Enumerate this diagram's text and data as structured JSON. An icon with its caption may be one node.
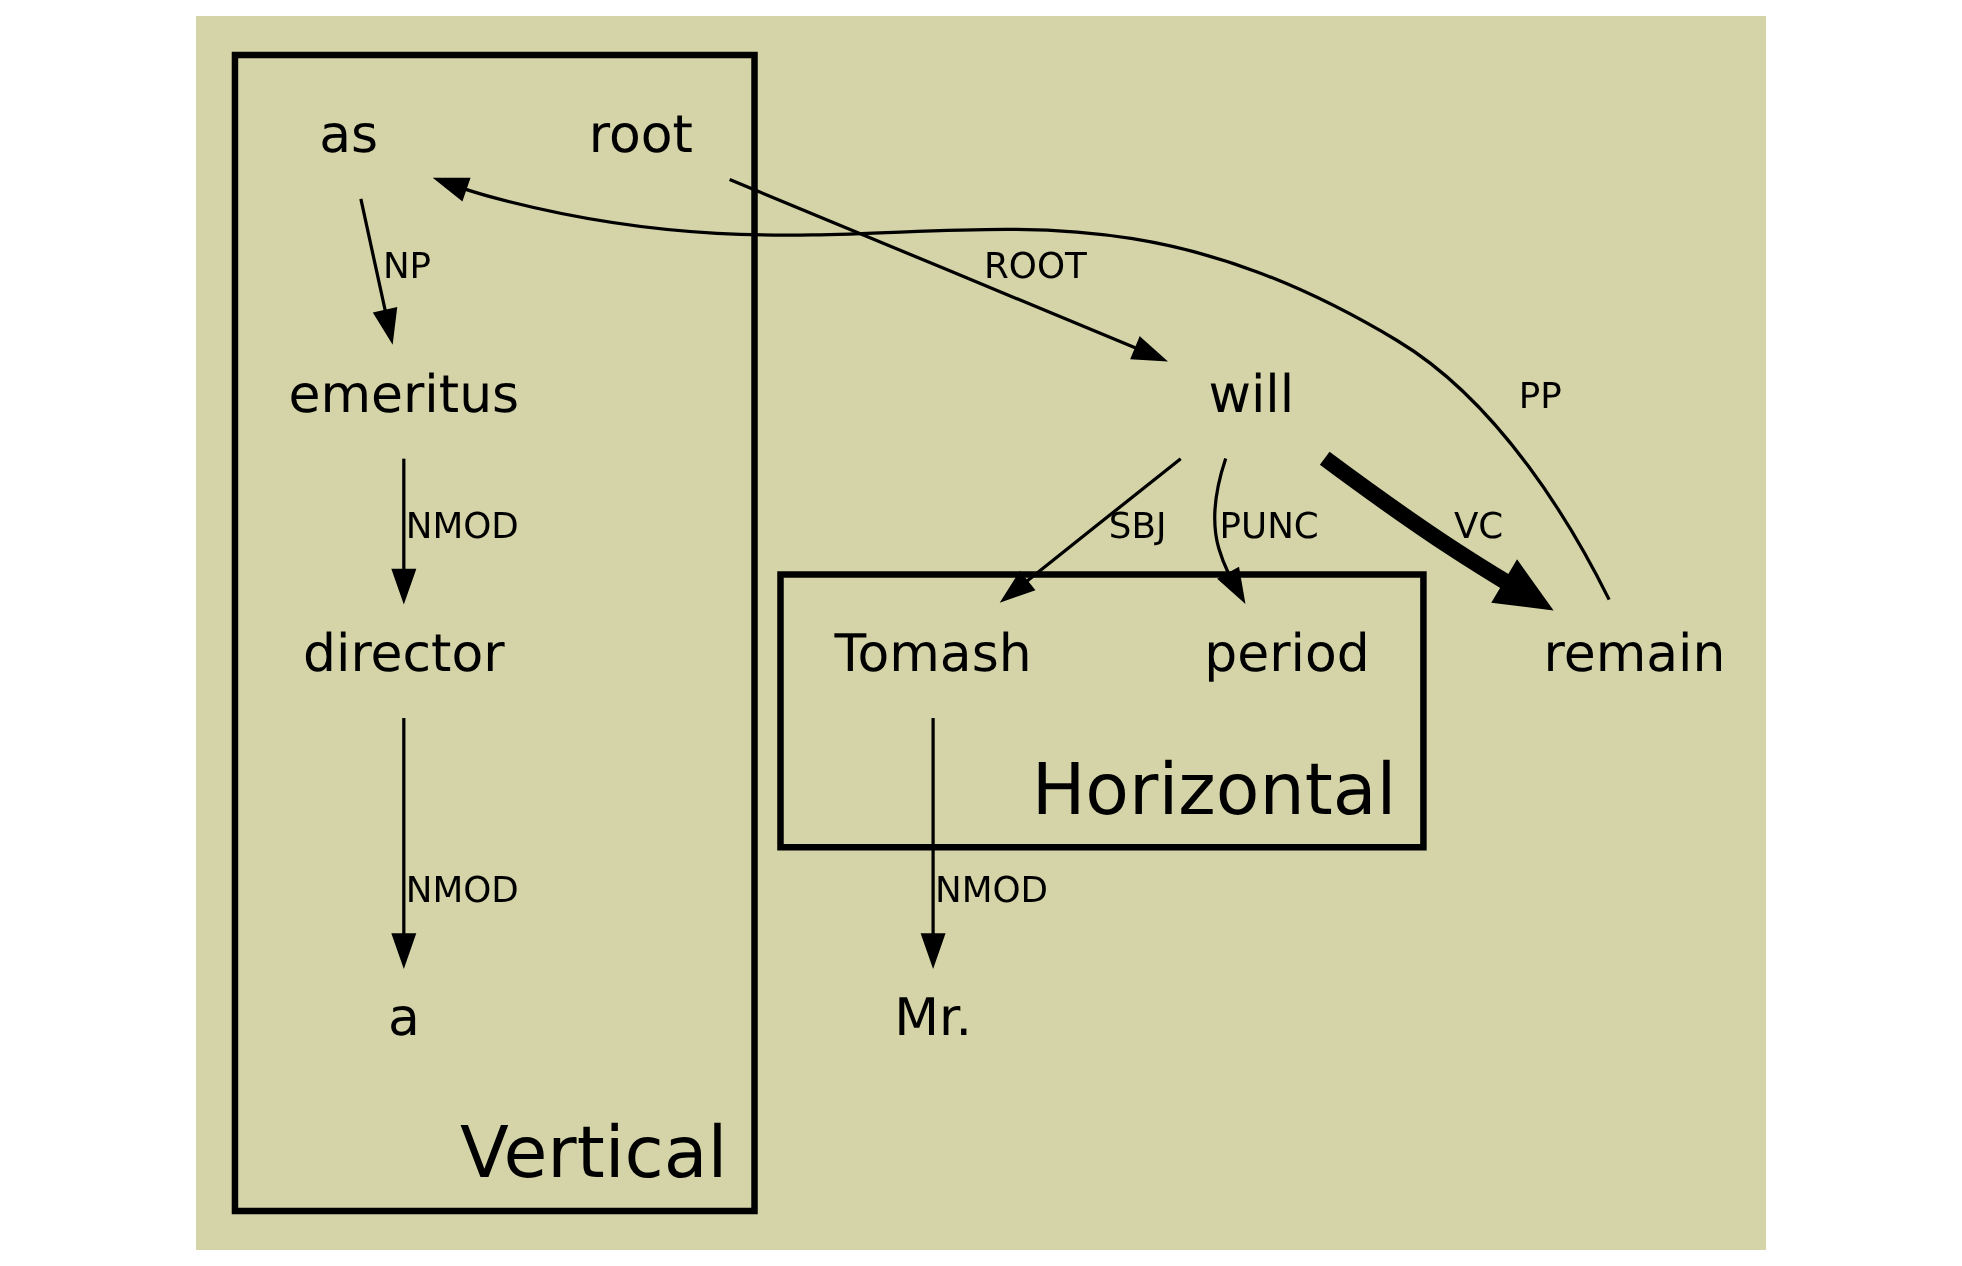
{
  "diagram": {
    "nodes": [
      {
        "text": [
          "Vertical"
        ]
      },
      {
        "text": [
          "root"
        ],
        "in": 0
      },
      {
        "text": [
          "Horizontal"
        ]
      },
      {
        "text": [
          "will"
        ]
      },
      {
        "text": [
          "Tomash"
        ],
        "in": 2
      },
      {
        "text": [
          "remain"
        ]
      },
      {
        "text": [
          "period"
        ],
        "in": 2
      },
      {
        "text": [
          "Mr."
        ]
      },
      {
        "text": [
          "as"
        ],
        "in": 0
      },
      {
        "text": [
          "emeritus"
        ],
        "in": 0
      },
      {
        "text": [
          "director"
        ],
        "in": 0
      },
      {
        "text": [
          "a"
        ],
        "in": 0
      }
    ],
    "edges": [
      {
        "from": 1,
        "to": 3,
        "arrow": "to",
        "label": "ROOT"
      },
      {
        "from": 3,
        "to": 4,
        "arrow": "to",
        "label": "SBJ"
      },
      {
        "from": 3,
        "to": 5,
        "arrow": "to",
        "label": "VC",
        "style": "thick"
      },
      {
        "from": 3,
        "to": 6,
        "arrow": "to",
        "label": "PUNC"
      },
      {
        "from": 4,
        "to": 7,
        "arrow": "to",
        "label": "NMOD"
      },
      {
        "from": 5,
        "to": 8,
        "arrow": "to",
        "label": "PP"
      },
      {
        "from": 8,
        "to": 9,
        "arrow": "to",
        "label": "NP"
      },
      {
        "from": 9,
        "to": 10,
        "arrow": "to",
        "label": "NMOD"
      },
      {
        "from": 10,
        "to": 11,
        "arrow": "to",
        "label": "NMOD"
      }
    ]
  }
}
